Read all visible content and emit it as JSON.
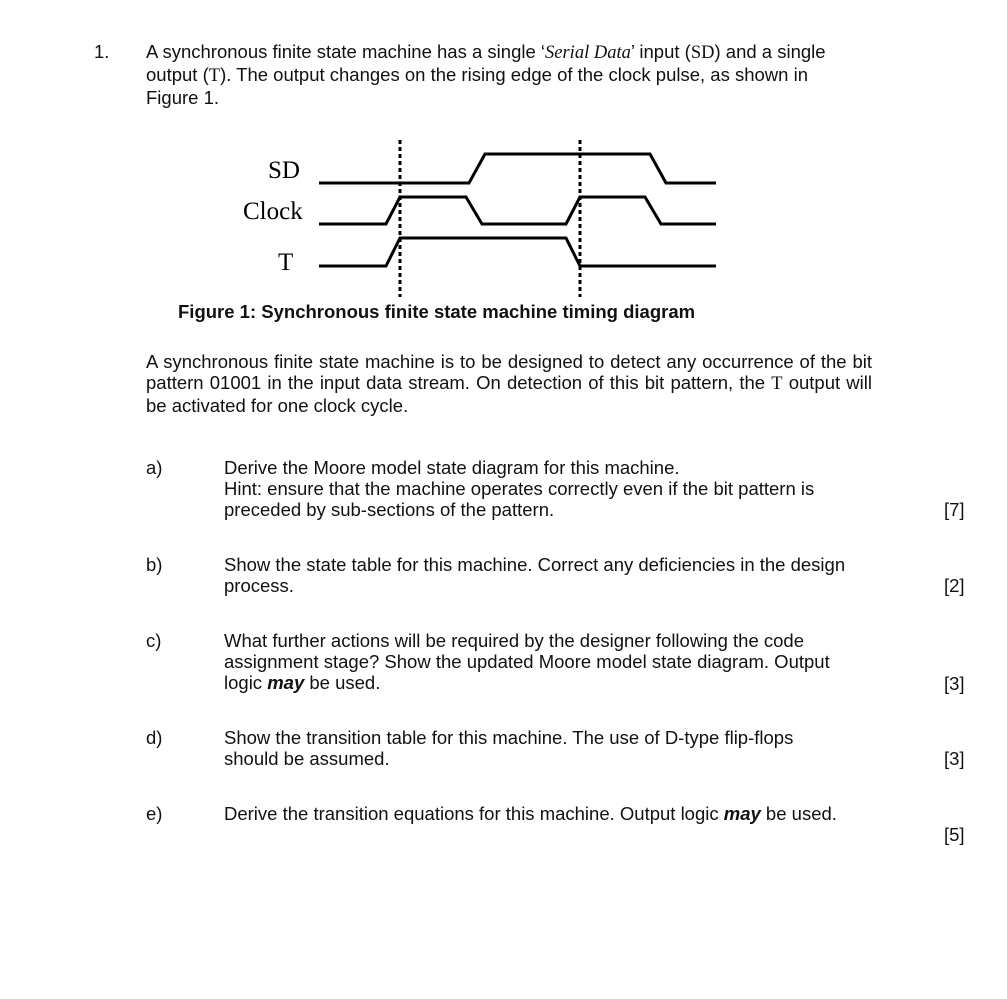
{
  "question": {
    "number": "1.",
    "intro": {
      "part1": "A synchronous finite state machine has a single ‘",
      "input_name": "Serial Data",
      "part2": "’ input (",
      "input_abbrev": "SD",
      "part3": ") and a single output (",
      "output_abbrev": "T",
      "part4": ").  The output changes on the rising edge of the clock pulse, as shown in Figure 1."
    },
    "figure": {
      "signal_labels": [
        "SD",
        "Clock",
        "T"
      ],
      "caption": "Figure 1: Synchronous finite state machine timing diagram"
    },
    "description": {
      "part1": "A synchronous finite state machine is to be designed to detect any occurrence of the bit pattern 01001 in the input data stream.  On detection of this bit pattern, the ",
      "output_abbrev": "T",
      "part2": " output will be activated for one clock cycle."
    },
    "parts": [
      {
        "letter": "a)",
        "line1": "Derive the Moore model state diagram for this machine.",
        "line2": "Hint: ensure that the machine operates correctly even if the bit pattern is preceded by sub-sections of the pattern.",
        "marks": "[7]"
      },
      {
        "letter": "b)",
        "text": "Show the state table for this machine.  Correct any deficiencies in the design process.",
        "marks": "[2]"
      },
      {
        "letter": "c)",
        "before": "What further actions will be required by the designer following the code assignment stage?  Show the updated Moore model state diagram.  Output logic ",
        "emph": "may",
        "after": " be used.",
        "marks": "[3]"
      },
      {
        "letter": "d)",
        "text": "Show the transition table for this machine.  The use of D-type flip-flops should be assumed.",
        "marks": "[3]"
      },
      {
        "letter": "e)",
        "before": "Derive the transition equations for this machine.  Output logic ",
        "emph": "may",
        "after": " be used.",
        "marks": "[5]"
      }
    ]
  }
}
